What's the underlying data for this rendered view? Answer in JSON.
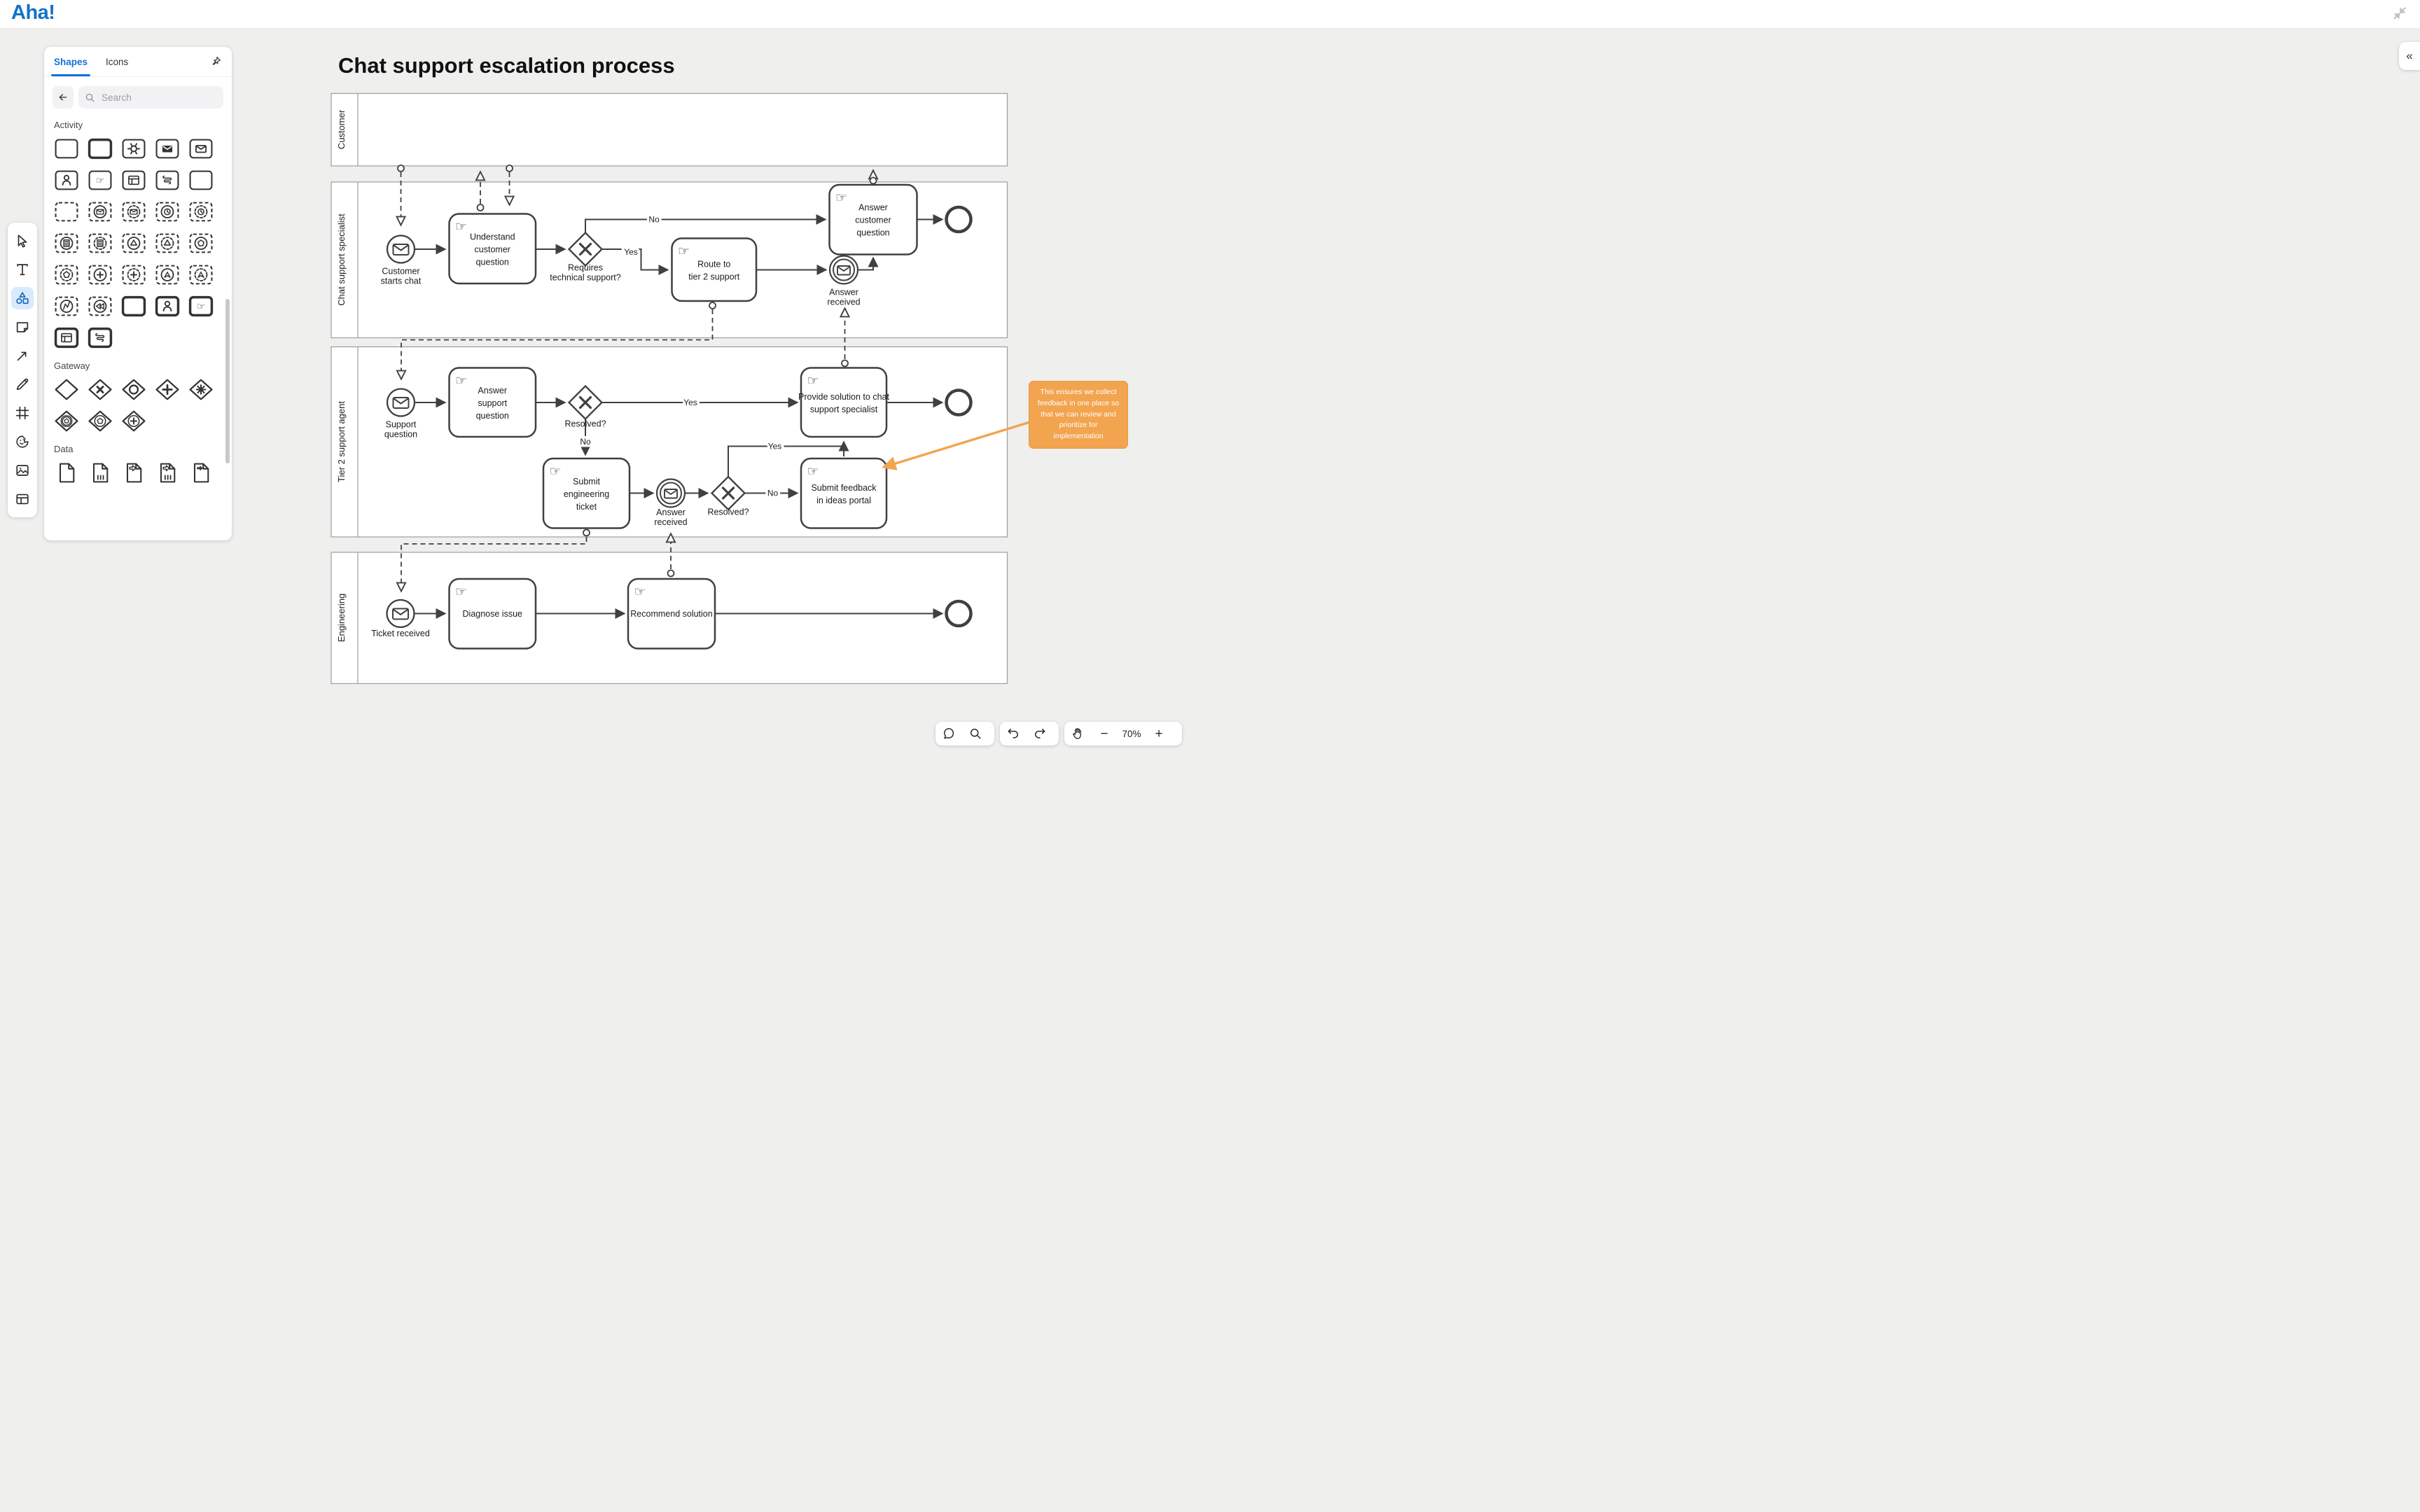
{
  "header": {
    "logo": "Aha!"
  },
  "title": "Chat support escalation process",
  "panel": {
    "tabs": [
      {
        "label": "Shapes",
        "active": true
      },
      {
        "label": "Icons",
        "active": false
      }
    ],
    "search_placeholder": "Search",
    "sections": [
      {
        "label": "Activity",
        "icons": [
          "task",
          "task-bold",
          "service-task",
          "send-task",
          "receive-task",
          "user-task",
          "manual-task",
          "business-rule-task",
          "script-task",
          "subprocess",
          "event-subprocess",
          "event-subprocess-message",
          "event-subprocess-message-non-interrupting",
          "event-subprocess-timer",
          "event-subprocess-timer-non-interrupting",
          "event-subprocess-conditional",
          "event-subprocess-conditional-non-interrupting",
          "event-subprocess-signal",
          "event-subprocess-signal-non-interrupting",
          "event-subprocess-multiple",
          "event-subprocess-multiple-non-interrupting",
          "event-subprocess-parallel",
          "event-subprocess-parallel-non-interrupting",
          "event-subprocess-escalation",
          "event-subprocess-escalation-non-interrupting",
          "event-subprocess-error",
          "event-subprocess-compensation",
          "call-activity",
          "call-activity-user",
          "call-activity-manual",
          "call-activity-business-rule",
          "call-activity-script"
        ]
      },
      {
        "label": "Gateway",
        "icons": [
          "gateway",
          "gateway-exclusive",
          "gateway-inclusive",
          "gateway-parallel",
          "gateway-complex",
          "gateway-event-based",
          "gateway-event-based-start",
          "gateway-parallel-event-based"
        ]
      },
      {
        "label": "Data",
        "icons": [
          "data-object",
          "data-collection",
          "data-input",
          "data-input-collection",
          "data-output"
        ]
      }
    ]
  },
  "lanes": {
    "customer": "Customer",
    "specialist": "Chat support specialist",
    "tier2": "Tier 2 support agent",
    "engineering": "Engineering"
  },
  "nodes": {
    "customer_starts_chat": [
      "Customer",
      "starts chat"
    ],
    "understand": [
      "Understand",
      "customer",
      "question"
    ],
    "requires": [
      "Requires",
      "technical support?"
    ],
    "route": [
      "Route to",
      "tier 2 support"
    ],
    "answer_customer": [
      "Answer",
      "customer",
      "question"
    ],
    "answer_received_1": [
      "Answer",
      "received"
    ],
    "support_question": [
      "Support",
      "question"
    ],
    "answer_support": [
      "Answer",
      "support",
      "question"
    ],
    "resolved_1": "Resolved?",
    "provide_solution": [
      "Provide solution to chat",
      "support specialist"
    ],
    "submit_ticket": [
      "Submit",
      "engineering",
      "ticket"
    ],
    "answer_received_2": [
      "Answer",
      "received"
    ],
    "resolved_2": "Resolved?",
    "submit_feedback": [
      "Submit feedback",
      "in ideas portal"
    ],
    "ticket_received": "Ticket received",
    "diagnose": "Diagnose issue",
    "recommend": "Recommend solution"
  },
  "edges": {
    "yes": "Yes",
    "no": "No"
  },
  "note": {
    "text": "This ensures we collect feedback in one place so that we can review and prioritize for implementation",
    "color": "#F2A44F"
  },
  "controls": {
    "zoom_level": "70%",
    "zoom_out": "−",
    "zoom_in": "+"
  },
  "icons": {
    "manual_glyph": "☞",
    "collapse_tab": "«"
  },
  "colors": {
    "accent": "#1272D8",
    "logo": "#1272C8",
    "node_stroke": "#404040",
    "note_orange": "#F2A44F"
  }
}
